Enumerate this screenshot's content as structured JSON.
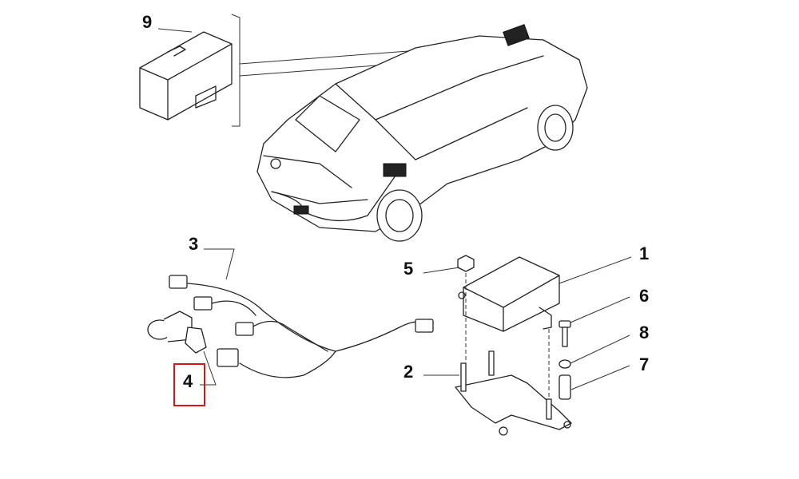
{
  "diagram": {
    "labels": {
      "p1": "1",
      "p2": "2",
      "p3": "3",
      "p4": "4",
      "p5": "5",
      "p6": "6",
      "p7": "7",
      "p8": "8",
      "p9": "9"
    },
    "highlighted_label": "4",
    "highlight_color": "#d01818"
  }
}
